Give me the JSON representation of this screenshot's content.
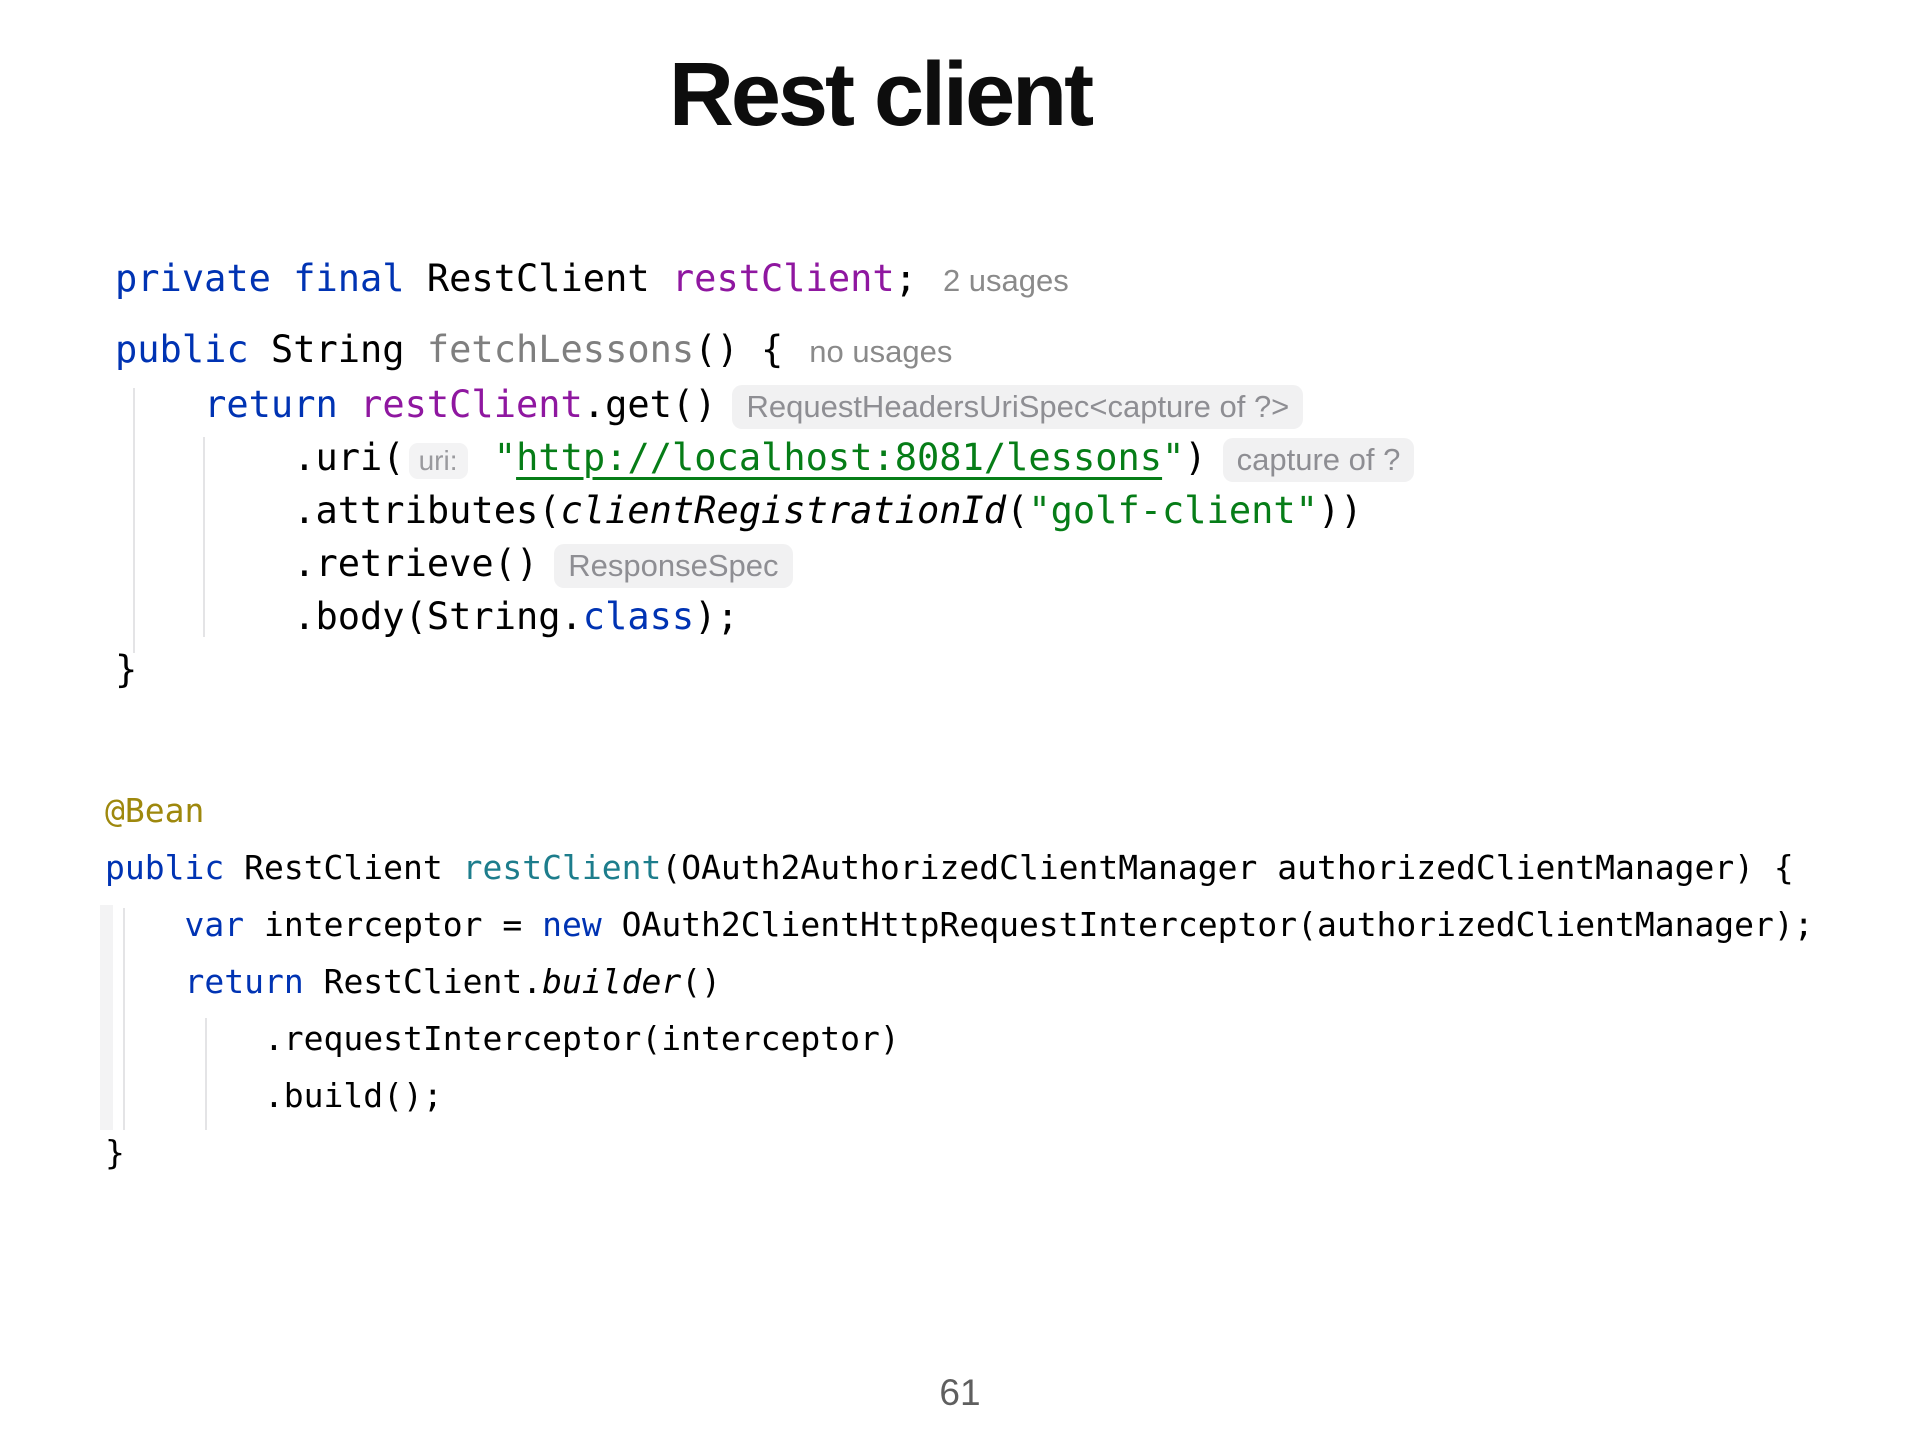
{
  "title": "Rest client",
  "page_number": "61",
  "colors": {
    "keyword": "#0033B3",
    "field": "#8F17A0",
    "string": "#067D17",
    "annotation": "#9E880D",
    "bean_method": "#1D7D8C",
    "unused_method": "#7F7F7F",
    "inlay_hint_text": "#8E8E93",
    "inlay_hint_background": "#F1F1F2",
    "plain_code": "#000000"
  },
  "code_block_1": {
    "lines": [
      [
        [
          "kw",
          "private final"
        ],
        [
          "txt",
          " RestClient "
        ],
        [
          "fld",
          "restClient"
        ],
        [
          "txt",
          ";"
        ],
        [
          "hint",
          "2 usages"
        ]
      ],
      [
        [
          "kw",
          "public"
        ],
        [
          "txt",
          " String "
        ],
        [
          "gray",
          "fetchLessons"
        ],
        [
          "txt",
          "() {"
        ],
        [
          "hint",
          "no usages"
        ]
      ],
      [
        [
          "txt",
          "    "
        ],
        [
          "kw",
          "return"
        ],
        [
          "txt",
          " "
        ],
        [
          "fld",
          "restClient"
        ],
        [
          "txt",
          ".get()"
        ],
        [
          "chip",
          "RequestHeadersUriSpec<capture of ?>"
        ]
      ],
      [
        [
          "txt",
          "        .uri("
        ],
        [
          "chipsm",
          "uri:"
        ],
        [
          "txt",
          " "
        ],
        [
          "str",
          "\""
        ],
        [
          "url",
          "http://localhost:8081/lessons"
        ],
        [
          "str",
          "\""
        ],
        [
          "txt",
          ")"
        ],
        [
          "chip",
          "capture of ?"
        ]
      ],
      [
        [
          "txt",
          "        .attributes("
        ],
        [
          "it",
          "clientRegistrationId"
        ],
        [
          "txt",
          "("
        ],
        [
          "str",
          "\"golf-client\""
        ],
        [
          "txt",
          "))"
        ]
      ],
      [
        [
          "txt",
          "        .retrieve()"
        ],
        [
          "chip",
          "ResponseSpec"
        ]
      ],
      [
        [
          "txt",
          "        .body(String."
        ],
        [
          "kw",
          "class"
        ],
        [
          "txt",
          ");"
        ]
      ],
      [
        [
          "txt",
          "}"
        ]
      ]
    ]
  },
  "code_block_2": {
    "lines": [
      [
        [
          "ann",
          "@Bean"
        ]
      ],
      [
        [
          "kw",
          "public"
        ],
        [
          "txt",
          " RestClient "
        ],
        [
          "teal",
          "restClient"
        ],
        [
          "txt",
          "(OAuth2AuthorizedClientManager authorizedClientManager) {"
        ]
      ],
      [
        [
          "txt",
          "    "
        ],
        [
          "kw",
          "var"
        ],
        [
          "txt",
          " interceptor = "
        ],
        [
          "kw",
          "new"
        ],
        [
          "txt",
          " OAuth2ClientHttpRequestInterceptor(authorizedClientManager);"
        ]
      ],
      [
        [
          "txt",
          "    "
        ],
        [
          "kw",
          "return"
        ],
        [
          "txt",
          " RestClient."
        ],
        [
          "it",
          "builder"
        ],
        [
          "txt",
          "()"
        ]
      ],
      [
        [
          "txt",
          "        .requestInterceptor(interceptor)"
        ]
      ],
      [
        [
          "txt",
          "        .build();"
        ]
      ],
      [
        [
          "txt",
          "}"
        ]
      ]
    ]
  }
}
